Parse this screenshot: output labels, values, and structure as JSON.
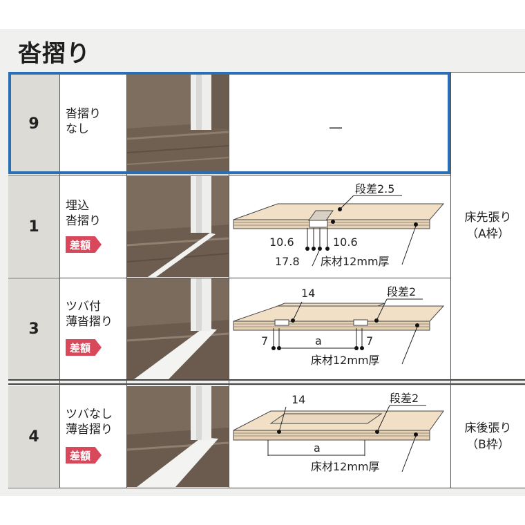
{
  "title": "沓摺り",
  "rows": [
    {
      "number": "9",
      "name_line1": "沓摺り",
      "name_line2": "なし",
      "badge": "",
      "diagram_text": "—"
    },
    {
      "number": "1",
      "name_line1": "埋込",
      "name_line2": "沓摺り",
      "badge": "差額",
      "labels": {
        "step": "段差2.5",
        "left_w": "10.6",
        "right_w": "10.6",
        "total_w": "17.8",
        "floor": "床材12mm厚"
      }
    },
    {
      "number": "3",
      "name_line1": "ツバ付",
      "name_line2": "薄沓摺り",
      "badge": "差額",
      "labels": {
        "top_w": "14",
        "step": "段差2",
        "left_w": "7",
        "mid": "a",
        "right_w": "7",
        "floor": "床材12mm厚"
      }
    },
    {
      "number": "4",
      "name_line1": "ツバなし",
      "name_line2": "薄沓摺り",
      "badge": "差額",
      "labels": {
        "top_w": "14",
        "step": "段差2",
        "mid": "a",
        "floor": "床材12mm厚"
      }
    }
  ],
  "install": [
    {
      "line1": "床先張り",
      "line2": "（A枠）"
    },
    {
      "line1": "床後張り",
      "line2": "（B枠）"
    }
  ],
  "colors": {
    "accent_border": "#2a6fb3",
    "badge": "#d9475a",
    "number_bg": "#dcdbd6"
  }
}
